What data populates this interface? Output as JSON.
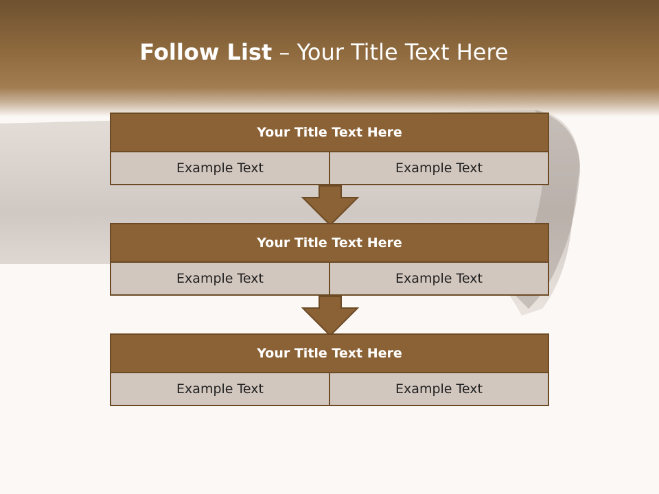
{
  "title": {
    "bold": "Follow List",
    "rest": "– Your Title Text Here"
  },
  "colors": {
    "header": "#8b6235",
    "border": "#6b4a25",
    "cell": "#d2c7bf",
    "background": "#fcf8f5"
  },
  "blocks": [
    {
      "title": "Your Title Text Here",
      "left": "Example Text",
      "right": "Example Text"
    },
    {
      "title": "Your Title Text Here",
      "left": "Example Text",
      "right": "Example Text"
    },
    {
      "title": "Your Title Text Here",
      "left": "Example Text",
      "right": "Example Text"
    }
  ]
}
